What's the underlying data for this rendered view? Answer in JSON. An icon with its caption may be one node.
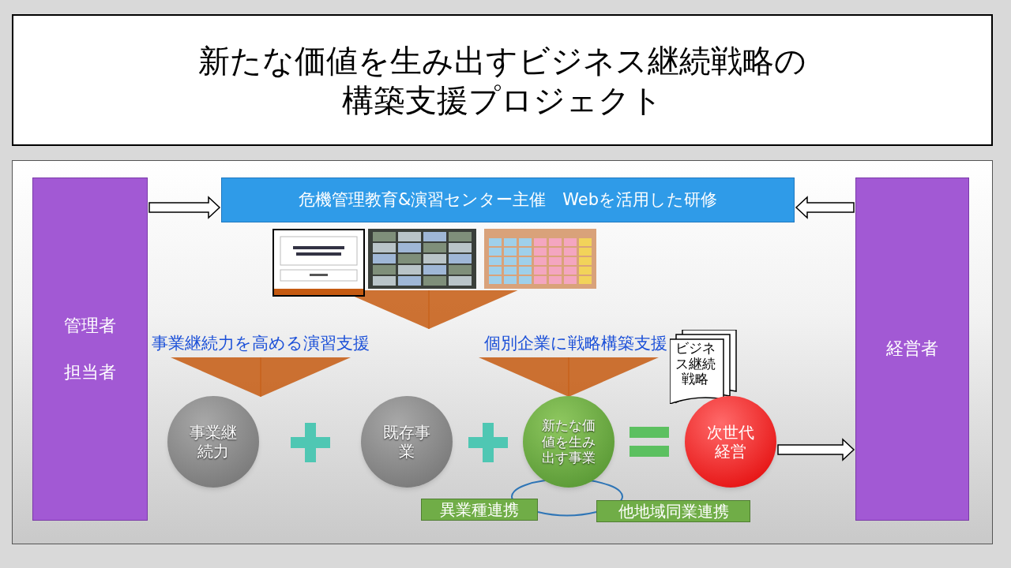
{
  "diagram": {
    "title": "新たな価値を生み出すビジネス継続戦略の構築支援プロジェクト",
    "nodes": [
      {
        "text": [
          "管理者",
          "担当者"
        ]
      },
      {
        "text": [
          "危機管理教育&演習センター主催　Webを活用した研修"
        ]
      },
      {
        "text": [
          "経営者"
        ]
      },
      {
        "text": [],
        "shape": "picture"
      },
      {
        "text": [],
        "shape": "picture"
      },
      {
        "text": [],
        "shape": "picture"
      },
      {
        "text": [
          "事業継続力を高める演習支援"
        ]
      },
      {
        "text": [
          "個別企業に戦略構築支援"
        ]
      },
      {
        "text": [
          "ビジネス継続戦略"
        ]
      },
      {
        "text": [
          "事業継続力"
        ]
      },
      {
        "text": [
          "既存事業"
        ]
      },
      {
        "text": [
          "新たな価値を生み出す事業"
        ]
      },
      {
        "text": [
          "次世代経営"
        ]
      },
      {
        "text": [
          "異業種連携"
        ]
      },
      {
        "text": [
          "他地域同業連携"
        ]
      }
    ],
    "edges": [
      {
        "from": 0,
        "to": 1,
        "arrow": "to"
      },
      {
        "from": 2,
        "to": 1,
        "arrow": "to"
      },
      {
        "from": 4,
        "to": null,
        "arrow": "to",
        "color": "#c55a11"
      },
      {
        "from": 6,
        "to": 9,
        "arrow": "to",
        "color": "#c55a11"
      },
      {
        "from": 7,
        "to": 11,
        "arrow": "to",
        "color": "#c55a11"
      },
      {
        "from": 12,
        "to": 2,
        "arrow": "to"
      },
      {
        "from": 13,
        "to": 14,
        "arrow": "none",
        "color": "#2e75b6"
      }
    ]
  }
}
